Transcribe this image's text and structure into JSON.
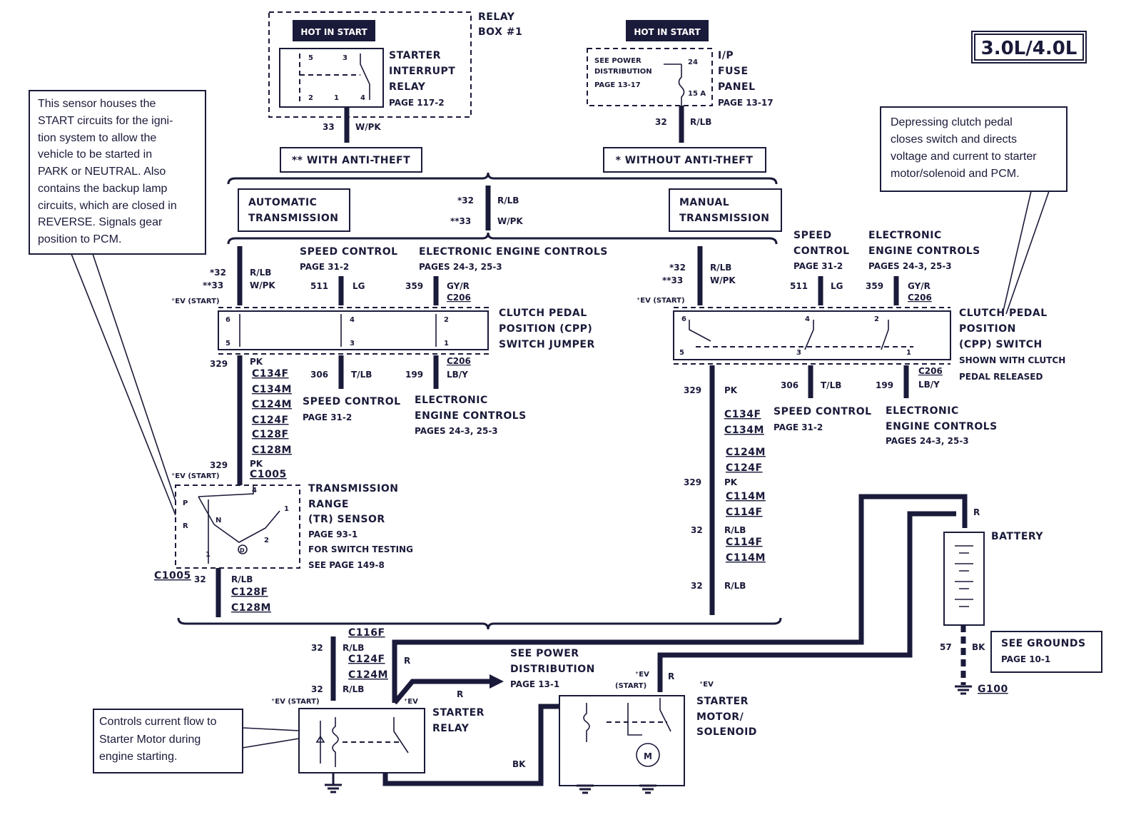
{
  "title_badge": "3.0L/4.0L",
  "relay_box": {
    "header": "HOT IN START",
    "name": "RELAY BOX #1",
    "relay": "STARTER INTERRUPT RELAY",
    "page": "PAGE 117-2",
    "pins": [
      "5",
      "3",
      "2",
      "1",
      "4"
    ]
  },
  "fuse_panel": {
    "header": "HOT IN START",
    "name": "I/P FUSE PANEL",
    "page": "PAGE 13-17",
    "note_l1": "SEE POWER",
    "note_l2": "DISTRIBUTION",
    "note_l3": "PAGE 13-17",
    "pin_top": "24",
    "pin_bot": "15 A"
  },
  "wires": {
    "w33": "33",
    "wpk": "W/PK",
    "w32": "32",
    "rlb": "R/LB",
    "anti_with": "** WITH ANTI-THEFT",
    "anti_without": "* WITHOUT ANTI-THEFT",
    "star32": "*32",
    "dstar33": "**33",
    "w511": "511",
    "lg": "LG",
    "w359": "359",
    "gyr": "GY/R",
    "c206": "C206",
    "w329": "329",
    "pk": "PK",
    "w306": "306",
    "tlb": "T/LB",
    "w199": "199",
    "lby": "LB/Y",
    "ev_start": "⁺EV (START)",
    "ev": "⁺EV",
    "r": "R",
    "bk": "BK",
    "w57": "57"
  },
  "trans": {
    "auto": [
      "AUTOMATIC",
      "TRANSMISSION"
    ],
    "manual": [
      "MANUAL",
      "TRANSMISSION"
    ]
  },
  "branches": {
    "speed_control": [
      "SPEED",
      "CONTROL"
    ],
    "speed_control_inline": "SPEED  CONTROL",
    "speed_page": "PAGE 31-2",
    "eec": [
      "ELECTRONIC",
      "ENGINE  CONTROLS"
    ],
    "eec_inline": "ELECTRONIC  ENGINE  CONTROLS",
    "eec_page": "PAGES 24-3, 25-3"
  },
  "cpp_jumper": [
    "CLUTCH PEDAL",
    "POSITION (CPP)",
    "SWITCH JUMPER"
  ],
  "cpp_switch": [
    "CLUTCH PEDAL",
    "POSITION",
    "(CPP) SWITCH",
    "SHOWN    WITH    CLUTCH",
    "PEDAL RELEASED"
  ],
  "connectors_left": [
    "C134F",
    "C134M",
    "C124M",
    "C124F",
    "C128F",
    "C128M"
  ],
  "connectors_right_a": [
    "C134F",
    "C134M"
  ],
  "connectors_right_b": [
    "C124M",
    "C124F"
  ],
  "connectors_right_c": [
    "C114M",
    "C114F"
  ],
  "connectors_right_d": [
    "C114F",
    "C114M"
  ],
  "c1005": "C1005",
  "c128f": "C128F",
  "c128m": "C128M",
  "tr_sensor": [
    "TRANSMISSION",
    "RANGE",
    "(TR)  SENSOR",
    "PAGE 93-1",
    "FOR SWITCH TESTING",
    "SEE PAGE 149-8"
  ],
  "tr_pins": {
    "p": "P",
    "r": "R",
    "n": "N",
    "d": "D",
    "one": "1",
    "two": "2",
    "four": "4"
  },
  "starter_relay": [
    "STARTER",
    "RELAY"
  ],
  "starter_conn": [
    "C116F",
    "C124F",
    "C124M"
  ],
  "power_dist": [
    "SEE  POWER",
    "DISTRIBUTION",
    "PAGE 13-1"
  ],
  "starter_motor": [
    "STARTER",
    "MOTOR/",
    "SOLENOID"
  ],
  "motor_symbol": "M",
  "battery": "BATTERY",
  "grounds": [
    "SEE  GROUNDS",
    "PAGE 10-1"
  ],
  "g100": "G100",
  "note_sensor": [
    "This  sensor  houses  the",
    "START circuits for the igni-",
    "tion  system  to  allow  the",
    "vehicle  to  be  started  in",
    "PARK or NEUTRAL.  Also",
    "contains the backup lamp",
    "circuits, which are closed in",
    "REVERSE.   Signals  gear",
    "position to PCM."
  ],
  "note_clutch": [
    "Depressing    clutch    pedal",
    "closes   switch   and   directs",
    "voltage and current to starter",
    "motor/solenoid and PCM."
  ],
  "note_relay": [
    "Controls current flow to",
    "Starter   Motor   during",
    "engine starting."
  ],
  "colors": {
    "ink": "#1a1a3a",
    "paper": "#ffffff"
  }
}
